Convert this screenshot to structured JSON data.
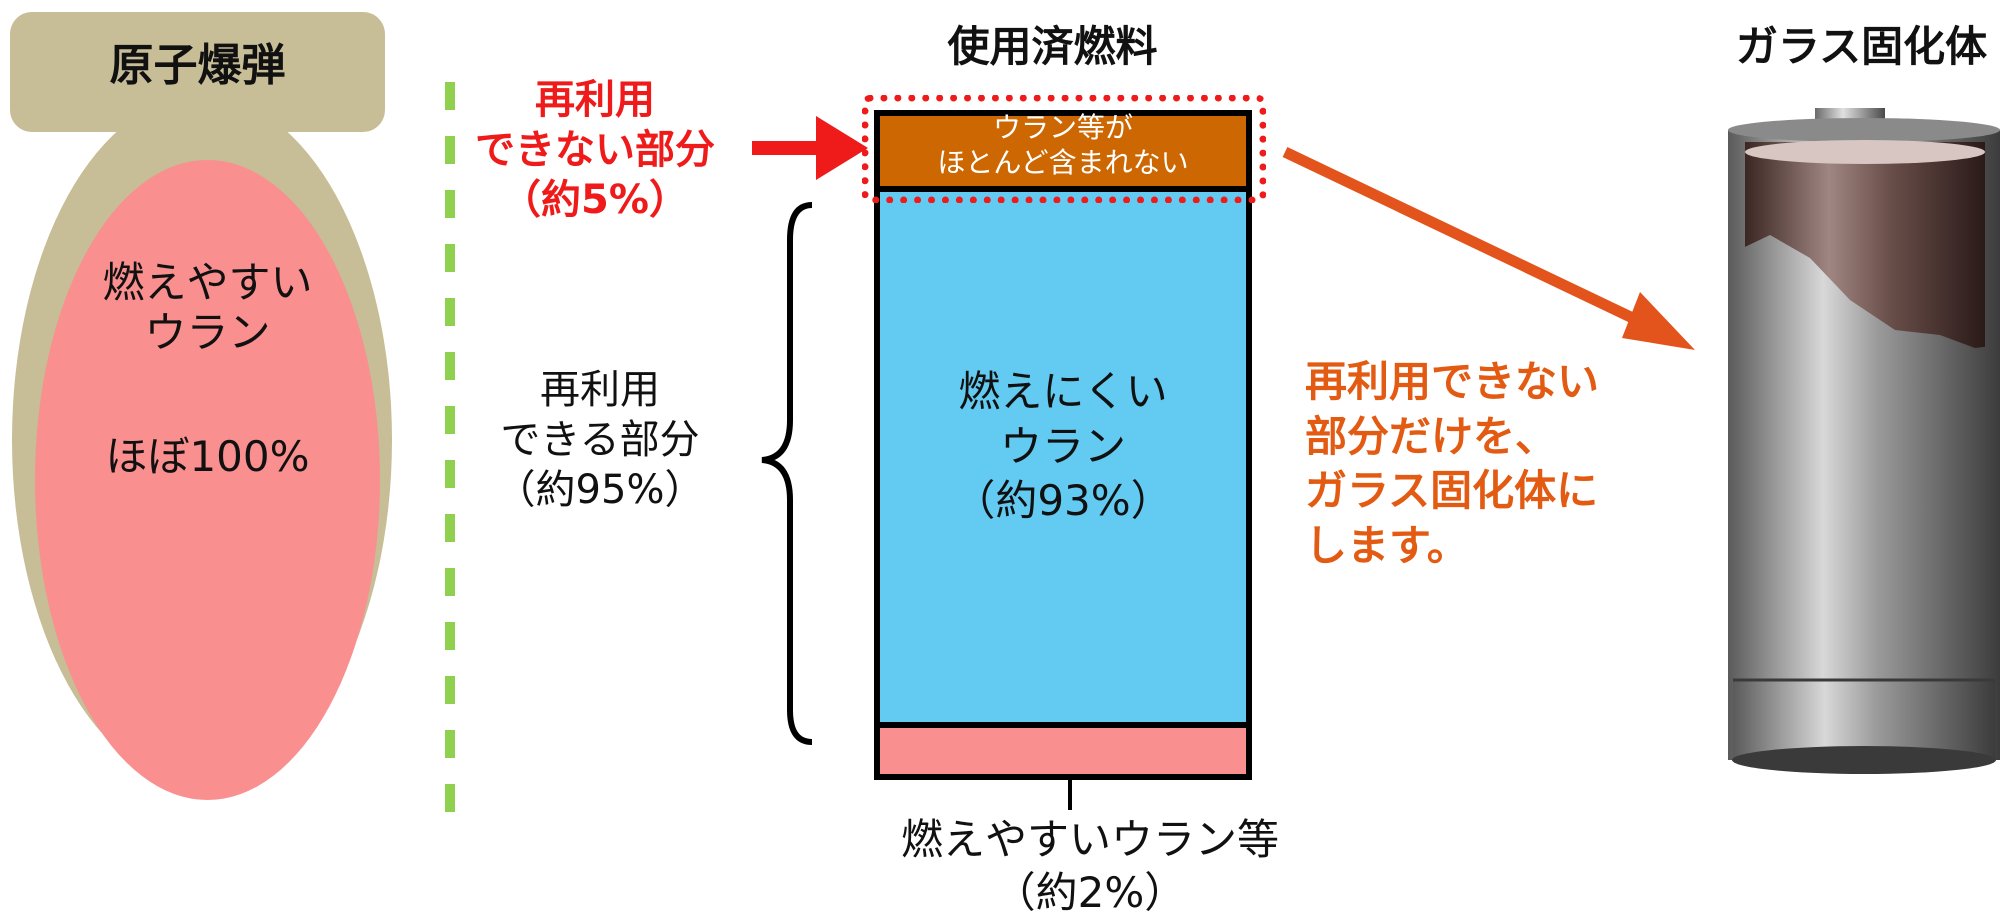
{
  "bomb": {
    "title": "原子爆弾",
    "fuel_label": "燃えやすい\nウラン",
    "fuel_percent": "ほぼ100%"
  },
  "non_reusable": {
    "label": "再利用\nできない部分\n（約5%）"
  },
  "reusable": {
    "label": "再利用\nできる部分\n（約95%）"
  },
  "spent_fuel": {
    "title": "使用済燃料",
    "top_segment": "ウラン等が\nほとんど含まれない",
    "middle_segment": "燃えにくい\nウラン\n（約93%）",
    "bottom_segment": "燃えやすいウラン等\n（約2%）"
  },
  "glass": {
    "title": "ガラス固化体",
    "note": "再利用できない\n部分だけを、\nガラス固化体に\nします。"
  },
  "colors": {
    "bomb_shell": "#c7bd96",
    "pink": "#f98f8f",
    "blue": "#63cbf2",
    "brown": "#cd6702",
    "red": "#ef1a1a",
    "orange": "#e35b12",
    "green_dash": "#8fd14f"
  }
}
